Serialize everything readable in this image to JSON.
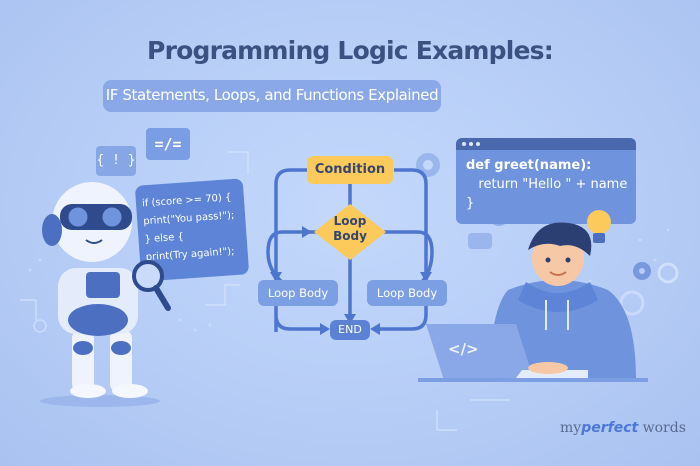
{
  "header": {
    "title": "Programming Logic Examples:",
    "subtitle": "IF Statements, Loops, and Functions Explained"
  },
  "left_icons": {
    "braces_icon": "{ ! }",
    "not_equal_icon": "=/="
  },
  "if_card": {
    "lines": [
      "if (score >= 70) {",
      " print(\"You pass!\");",
      "} else {",
      " print(Try again!\");"
    ]
  },
  "flowchart": {
    "condition": "Condition",
    "diamond_line1": "Loop",
    "diamond_line2": "Body",
    "left_box": "Loop Body",
    "right_box": "Loop Body",
    "end": "END"
  },
  "function_window": {
    "lines": [
      "def greet(name):",
      "   return \"Hello \" + name",
      "}"
    ]
  },
  "laptop": {
    "screen_glyph": "</>"
  },
  "brand": {
    "part1": "my",
    "part2": "perfect",
    "part3": " words"
  },
  "colors": {
    "background": "#b6cdf6",
    "title": "#3a5181",
    "accent_blue": "#5d84d6",
    "node_yellow": "#fcc95b",
    "node_blue": "#7c9fe4"
  }
}
